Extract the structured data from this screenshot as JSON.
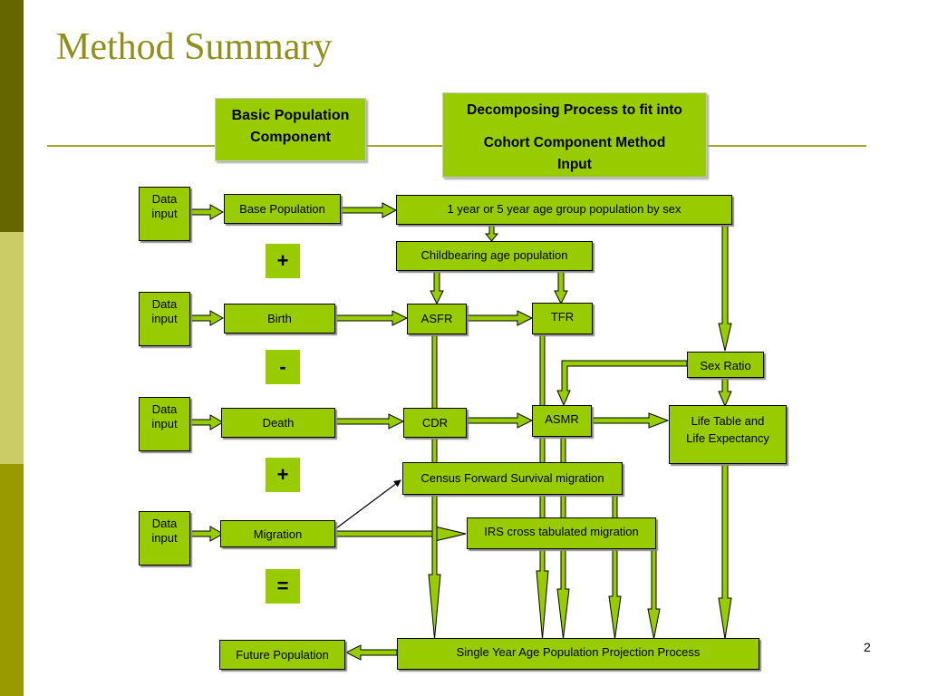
{
  "slide": {
    "title": "Method Summary",
    "page_number": "2",
    "colors": {
      "strip_dark": "#666600",
      "strip_light": "#cccc66",
      "strip_mid": "#999900",
      "title": "#8f8f1e",
      "box_fill": "#99cc00"
    }
  },
  "headers": {
    "basic_population": {
      "line1": "Basic Population",
      "line2": "Component"
    },
    "decomposing": {
      "line1": "Decomposing Process to fit into",
      "line2": "Cohort Component Method",
      "line3": "Input"
    }
  },
  "data_inputs": [
    {
      "line1": "Data",
      "line2": "input"
    },
    {
      "line1": "Data",
      "line2": "input"
    },
    {
      "line1": "Data",
      "line2": "input"
    },
    {
      "line1": "Data",
      "line2": "input"
    }
  ],
  "components": {
    "base_population": "Base Population",
    "birth": "Birth",
    "death": "Death",
    "migration": "Migration"
  },
  "operators": {
    "plus1": "+",
    "minus": "-",
    "plus2": "+",
    "equals": "="
  },
  "process": {
    "age_group_population": "1 year or 5 year age group population by sex",
    "childbearing": "Childbearing age population",
    "asfr": "ASFR",
    "tfr": "TFR",
    "sex_ratio": "Sex Ratio",
    "cdr": "CDR",
    "asmr": "ASMR",
    "life_table": {
      "line1": "Life Table and",
      "line2": "Life Expectancy"
    },
    "census_forward": "Census Forward Survival migration",
    "irs": "IRS cross tabulated migration",
    "single_year": "Single Year Age Population Projection Process",
    "future_population": "Future Population"
  }
}
